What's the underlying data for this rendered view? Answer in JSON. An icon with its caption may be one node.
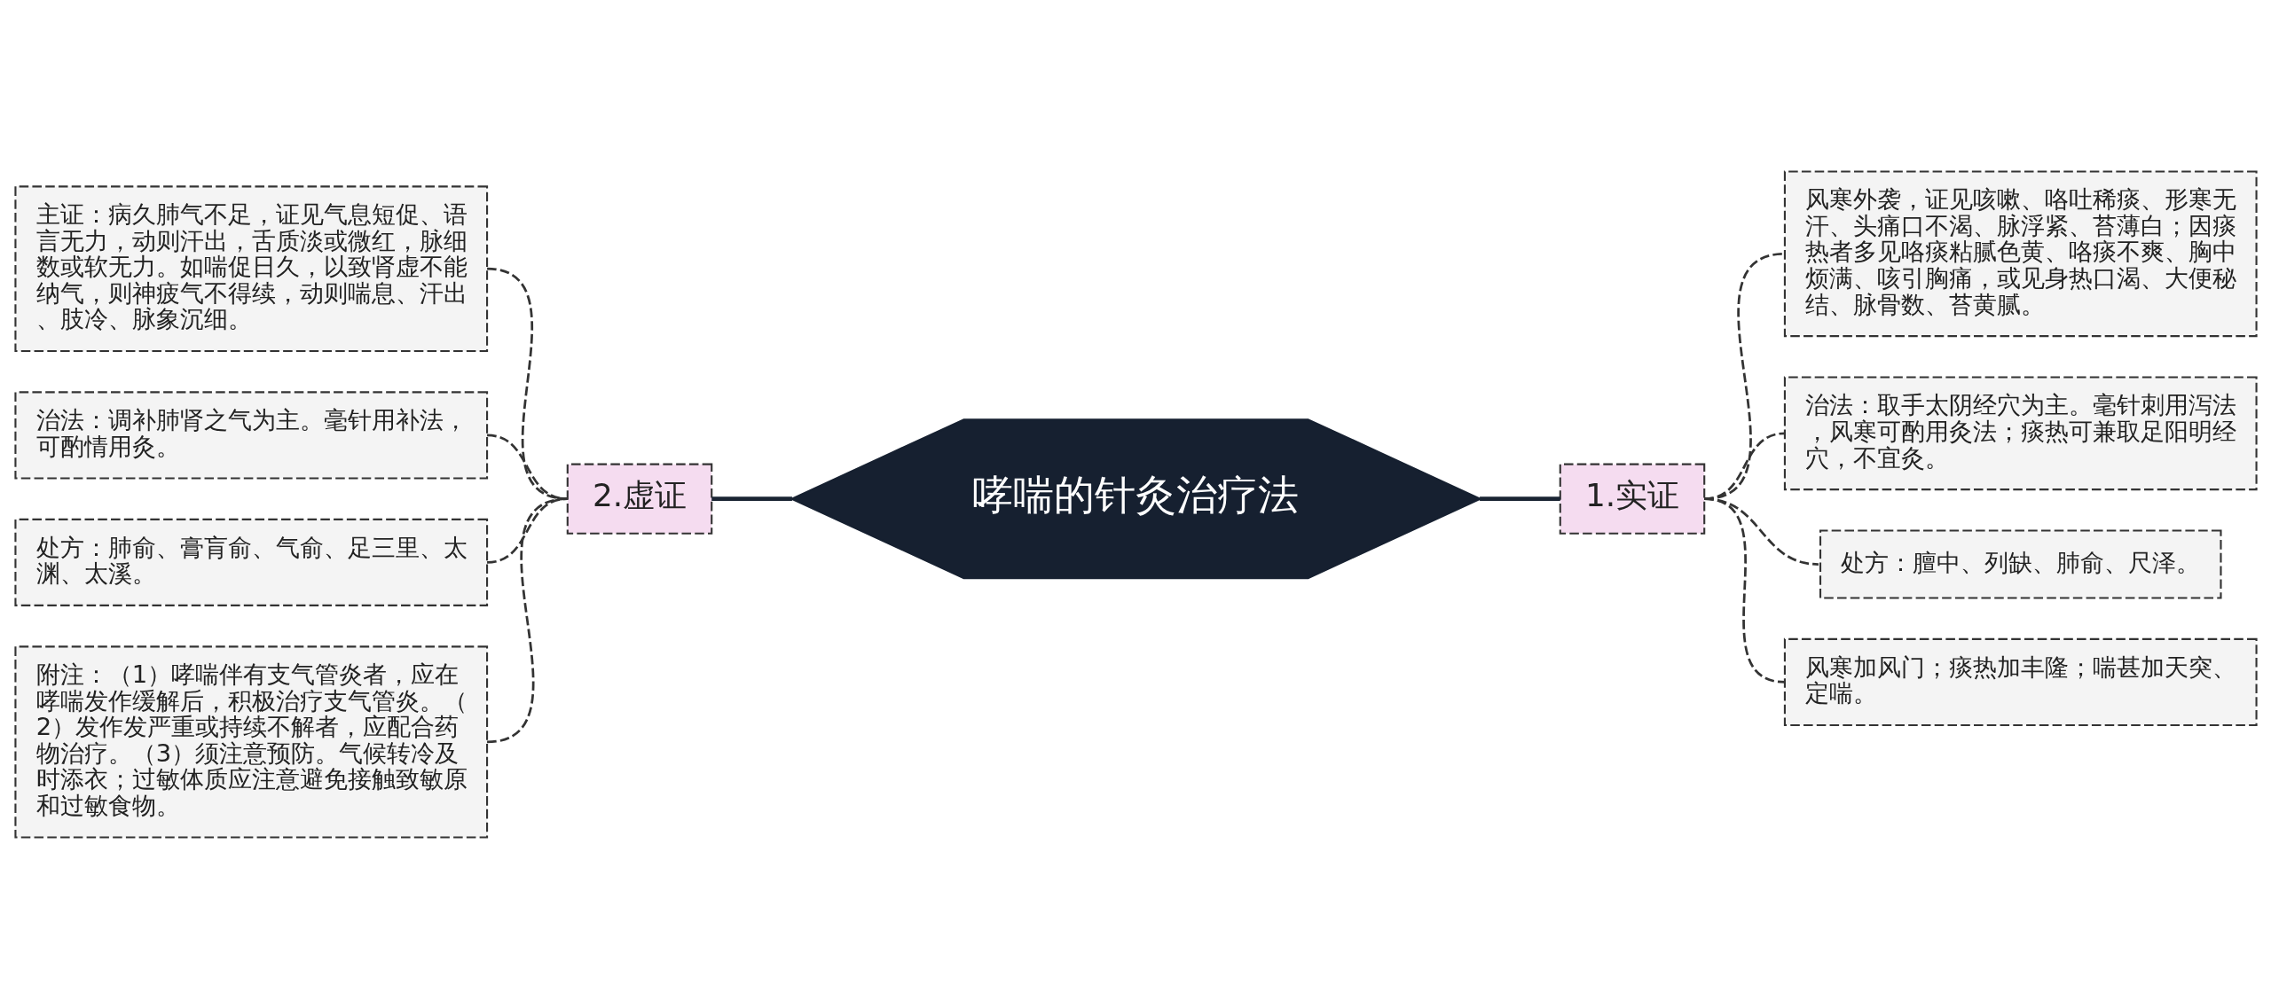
{
  "diagram": {
    "nodes": [
      {
        "text": [
          "哮喘的针灸治疗法"
        ]
      },
      {
        "text": [
          "1.实证"
        ]
      },
      {
        "text": [
          "风寒外袭，证见咳嗽、咯吐稀痰、形寒无汗、头痛口不渴、脉浮紧、苔薄白；因痰热者多见咯痰粘腻色黄、咯痰不爽、胸中烦满、咳引胸痛，或见身热口渴、大便秘结、脉骨数、苔黄腻。"
        ]
      },
      {
        "text": [
          "治法：取手太阴经穴为主。毫针刺用泻法，风寒可酌用灸法；痰热可兼取足阳明经穴，不宜灸。"
        ]
      },
      {
        "text": [
          "处方：膻中、列缺、肺俞、尺泽。"
        ]
      },
      {
        "text": [
          "风寒加风门；痰热加丰隆；喘甚加天突、定喘。"
        ]
      },
      {
        "text": [
          "2.虚证"
        ]
      },
      {
        "text": [
          "主证：病久肺气不足，证见气息短促、语言无力，动则汗出，舌质淡或微红，脉细数或软无力。如喘促日久，以致肾虚不能纳气，则神疲气不得续，动则喘息、汗出、肢冷、脉象沉细。"
        ]
      },
      {
        "text": [
          "治法：调补肺肾之气为主。毫针用补法，可酌情用灸。"
        ]
      },
      {
        "text": [
          "处方：肺俞、膏肓俞、气俞、足三里、太渊、太溪。"
        ]
      },
      {
        "text": [
          "附注：（1）哮喘伴有支气管炎者，应在哮喘发作缓解后，积极治疗支气管炎。（2）发作发严重或持续不解者，应配合药物治疗。（3）须注意预防。气候转冷及时添衣；过敏体质应注意避免接触致敏原和过敏食物。"
        ]
      }
    ],
    "edges": [
      {
        "from": 0,
        "to": 1,
        "arrow": "none"
      },
      {
        "from": 1,
        "to": 2,
        "arrow": "none",
        "style": "dashed"
      },
      {
        "from": 1,
        "to": 3,
        "arrow": "none",
        "style": "dashed"
      },
      {
        "from": 1,
        "to": 4,
        "arrow": "none",
        "style": "dashed"
      },
      {
        "from": 1,
        "to": 5,
        "arrow": "none",
        "style": "dashed"
      },
      {
        "from": 0,
        "to": 6,
        "arrow": "none"
      },
      {
        "from": 6,
        "to": 7,
        "arrow": "none",
        "style": "dashed"
      },
      {
        "from": 6,
        "to": 8,
        "arrow": "none",
        "style": "dashed"
      },
      {
        "from": 6,
        "to": 9,
        "arrow": "none",
        "style": "dashed"
      },
      {
        "from": 6,
        "to": 10,
        "arrow": "none",
        "style": "dashed"
      }
    ]
  }
}
